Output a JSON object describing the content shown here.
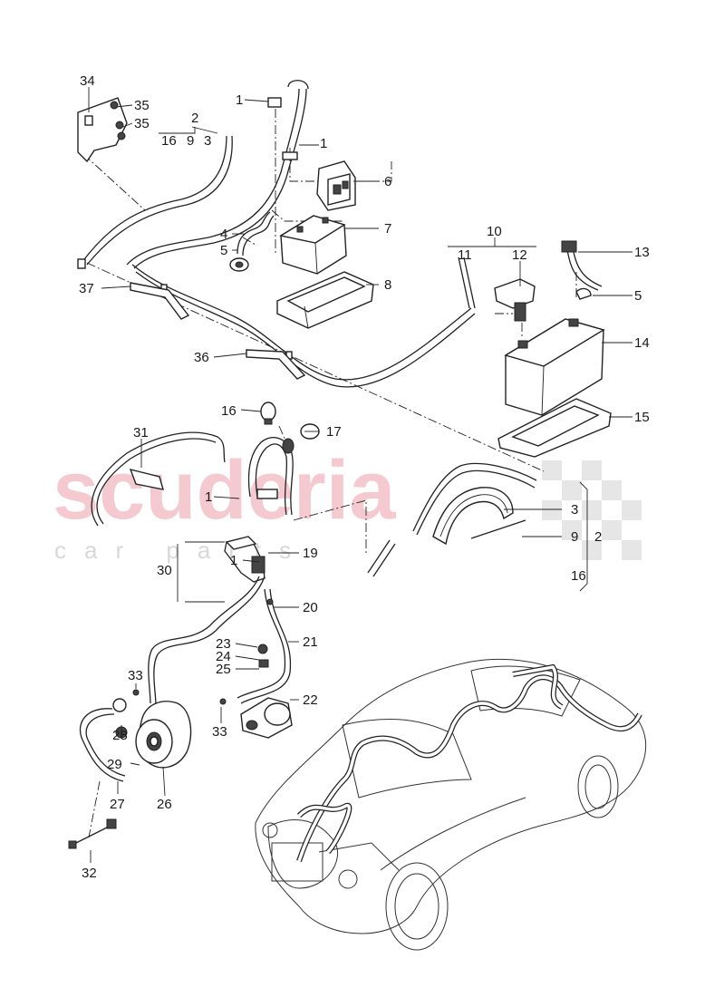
{
  "watermark": {
    "main": "scuderia",
    "sub": "car parts"
  },
  "callouts": [
    {
      "id": "c34",
      "text": "34"
    },
    {
      "id": "c35a",
      "text": "35"
    },
    {
      "id": "c35b",
      "text": "35"
    },
    {
      "id": "c2a",
      "text": "2"
    },
    {
      "id": "c16a",
      "text": "16"
    },
    {
      "id": "c9a",
      "text": "9"
    },
    {
      "id": "c3a",
      "text": "3"
    },
    {
      "id": "c1a",
      "text": "1"
    },
    {
      "id": "c1b",
      "text": "1"
    },
    {
      "id": "c6",
      "text": "6"
    },
    {
      "id": "c7",
      "text": "7"
    },
    {
      "id": "c4",
      "text": "4"
    },
    {
      "id": "c5a",
      "text": "5"
    },
    {
      "id": "c8",
      "text": "8"
    },
    {
      "id": "c10",
      "text": "10"
    },
    {
      "id": "c11",
      "text": "11"
    },
    {
      "id": "c12",
      "text": "12"
    },
    {
      "id": "c13",
      "text": "13"
    },
    {
      "id": "c5b",
      "text": "5"
    },
    {
      "id": "c14",
      "text": "14"
    },
    {
      "id": "c15",
      "text": "15"
    },
    {
      "id": "c37",
      "text": "37"
    },
    {
      "id": "c36",
      "text": "36"
    },
    {
      "id": "c16b",
      "text": "16"
    },
    {
      "id": "c17",
      "text": "17"
    },
    {
      "id": "c31",
      "text": "31"
    },
    {
      "id": "c1c",
      "text": "1"
    },
    {
      "id": "c3b",
      "text": "3"
    },
    {
      "id": "c9b",
      "text": "9"
    },
    {
      "id": "c2b",
      "text": "2"
    },
    {
      "id": "c16c",
      "text": "16"
    },
    {
      "id": "c19",
      "text": "19"
    },
    {
      "id": "c1d",
      "text": "1"
    },
    {
      "id": "c30",
      "text": "30"
    },
    {
      "id": "c20",
      "text": "20"
    },
    {
      "id": "c21",
      "text": "21"
    },
    {
      "id": "c23",
      "text": "23"
    },
    {
      "id": "c24",
      "text": "24"
    },
    {
      "id": "c25",
      "text": "25"
    },
    {
      "id": "c22",
      "text": "22"
    },
    {
      "id": "c33a",
      "text": "33"
    },
    {
      "id": "c33b",
      "text": "33"
    },
    {
      "id": "c28",
      "text": "28"
    },
    {
      "id": "c29",
      "text": "29"
    },
    {
      "id": "c27",
      "text": "27"
    },
    {
      "id": "c26",
      "text": "26"
    },
    {
      "id": "c32",
      "text": "32"
    }
  ]
}
